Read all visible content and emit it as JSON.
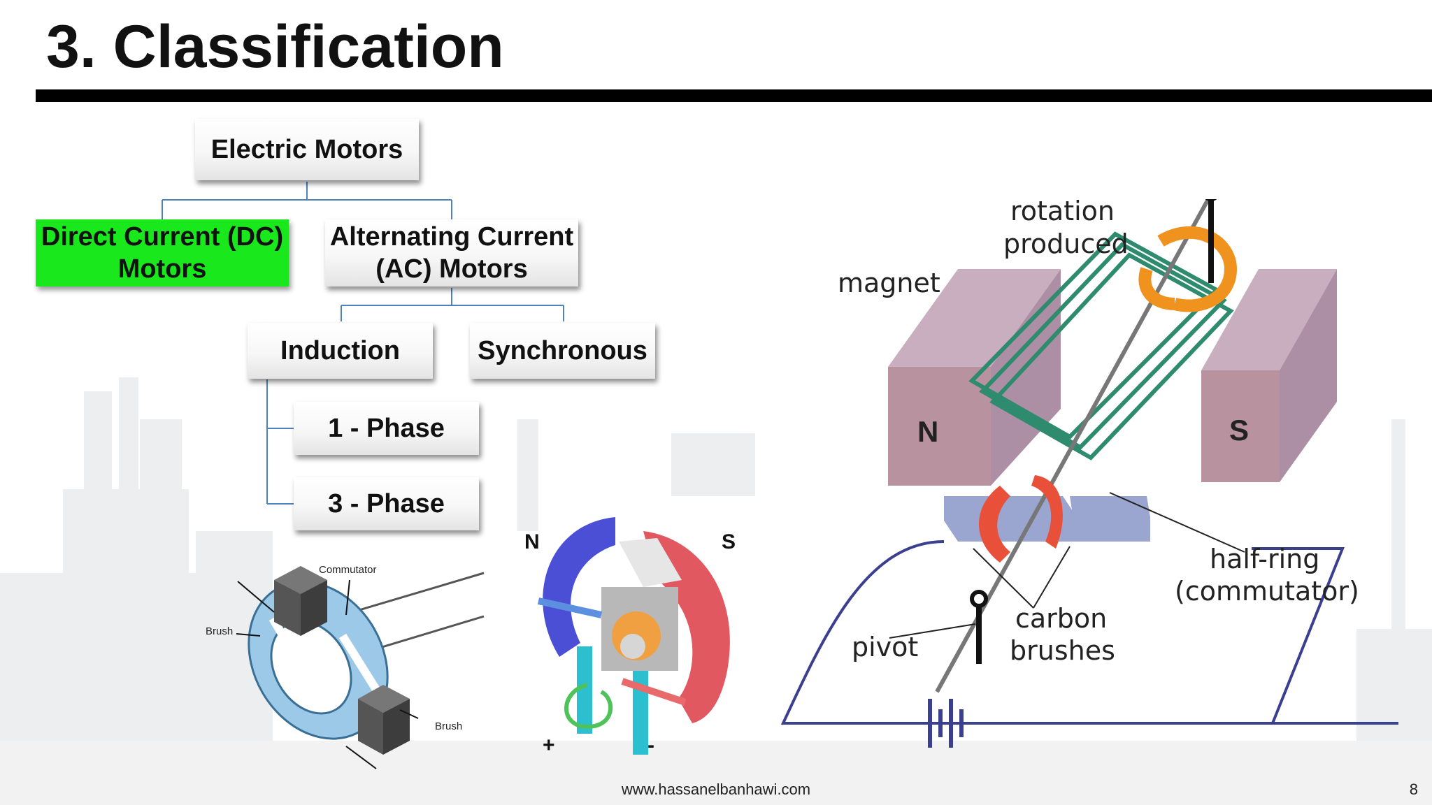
{
  "slide": {
    "title": "3. Classification",
    "footer_url": "www.hassanelbanhawi.com",
    "page_number": "8"
  },
  "tree": {
    "root": "Electric Motors",
    "dc": "Direct Current (DC) Motors",
    "ac": "Alternating Current (AC) Motors",
    "induction": "Induction",
    "synchronous": "Synchronous",
    "phase1": "1 - Phase",
    "phase3": "3 - Phase"
  },
  "commutator_diagram": {
    "commutator_label": "Commutator",
    "brush_left_label": "Brush",
    "brush_right_label": "Brush"
  },
  "motor_cutaway": {
    "north": "N",
    "south": "S",
    "plus": "+",
    "minus": "-"
  },
  "dc_motor_diagram": {
    "rotation_line1": "rotation",
    "rotation_line2": "produced",
    "magnet": "magnet",
    "north": "N",
    "south": "S",
    "half_ring_line1": "half-ring",
    "half_ring_line2": "(commutator)",
    "carbon_line1": "carbon",
    "carbon_line2": "brushes",
    "pivot": "pivot"
  },
  "colors": {
    "dc_highlight": "#19e81c",
    "connector": "#4f81bd",
    "coil": "#2e8b6e",
    "rotation_arrow": "#f0921e",
    "magnet": "#c9aec0",
    "commutator": "#e8503a"
  }
}
